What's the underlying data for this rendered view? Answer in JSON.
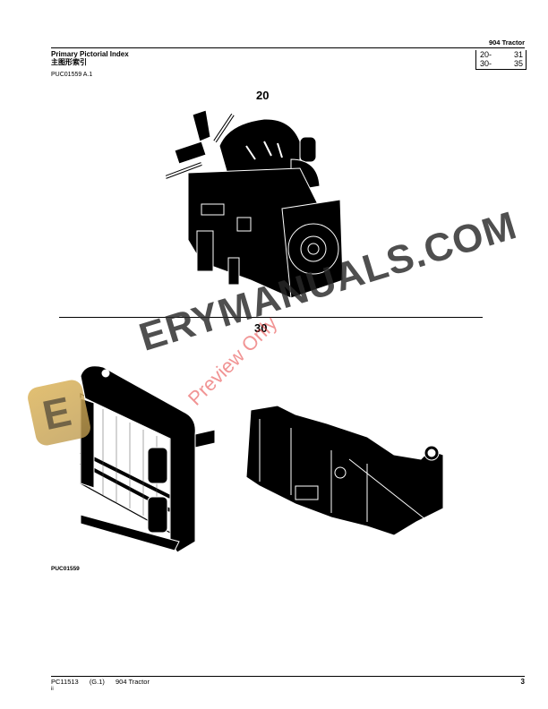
{
  "header": {
    "title": "Primary Pictorial Index",
    "title_cn": "主图形索引",
    "reference": "PUC01559 A.1",
    "product": "904  Tractor",
    "index_ranges": [
      {
        "start": "20-",
        "end": "31"
      },
      {
        "start": "30-",
        "end": "35"
      }
    ]
  },
  "sections": [
    {
      "label": "20",
      "illustration": "engine-assembly"
    },
    {
      "label": "30",
      "illustrations": [
        "radiator-cooling-package",
        "fuel-tank"
      ]
    }
  ],
  "figure_id": "PUC01559",
  "footer": {
    "doc_code": "PC11513",
    "revision": "(G.1)",
    "product": "904 Tractor",
    "sub": "ii",
    "page_number": "3"
  },
  "watermark": {
    "site": "ERYMANUALS.COM",
    "overlay": "Preview Only",
    "logo_letter": "E"
  }
}
